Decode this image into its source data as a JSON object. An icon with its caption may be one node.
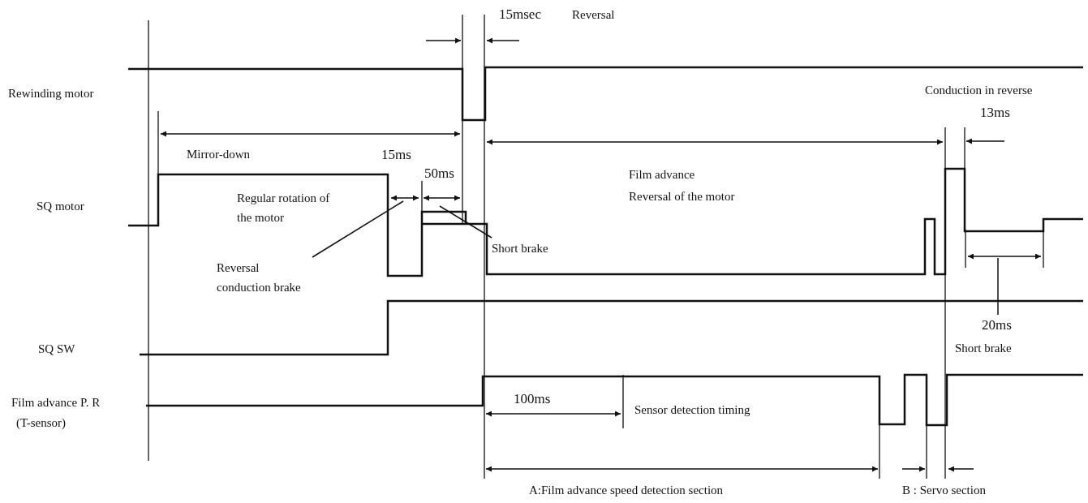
{
  "diagram": {
    "nodes": [
      {
        "text": [
          "Reversal conduction brake"
        ]
      },
      {
        "text": [
          "Short brake"
        ]
      },
      {
        "text": [
          "20ms"
        ]
      }
    ],
    "edges": [
      {
        "from": 0,
        "to": null,
        "arrow": "none"
      },
      {
        "from": 1,
        "to": null,
        "arrow": "none"
      },
      {
        "from": 2,
        "to": null,
        "arrow": "none"
      }
    ],
    "labels": [
      "15msec",
      "Reversal",
      "Rewinding motor",
      "Conduction in reverse",
      "13ms",
      "Mirror-down",
      "15ms",
      "50ms",
      "Regular rotation of the motor",
      "Film advance",
      "Reversal of the motor",
      "SQ motor",
      "Short brake",
      "SQ SW",
      "Film advance P. R",
      "(T-sensor)",
      "100ms",
      "Sensor detection timing",
      "A:Film advance speed detection section",
      "B : Servo section"
    ]
  }
}
